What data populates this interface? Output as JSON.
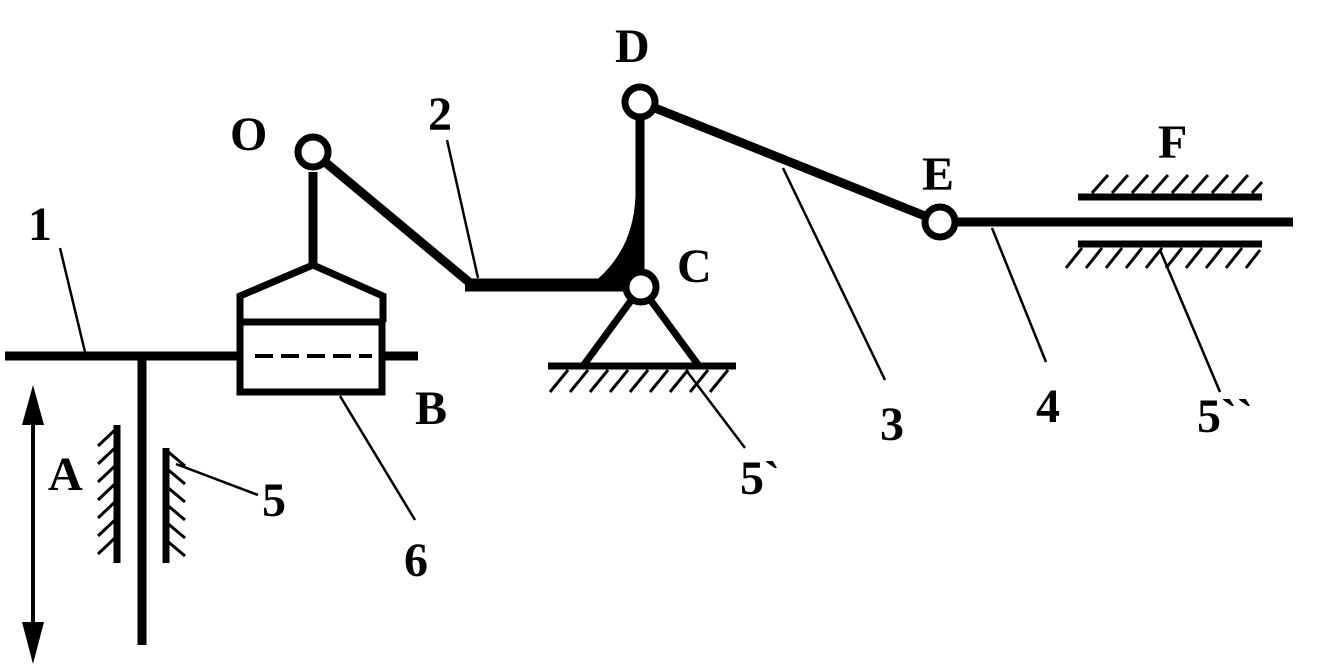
{
  "labels": {
    "link_1": "1",
    "link_2": "2",
    "link_3": "3",
    "link_4": "4",
    "support_5": "5",
    "support_5_prime": "5`",
    "support_5_double_prime": "5``",
    "slider_6": "6",
    "point_O": "O",
    "point_A": "A",
    "point_B": "B",
    "point_C": "C",
    "point_D": "D",
    "point_E": "E",
    "point_F": "F"
  },
  "colors": {
    "ink": "#000000",
    "background": "#ffffff"
  }
}
